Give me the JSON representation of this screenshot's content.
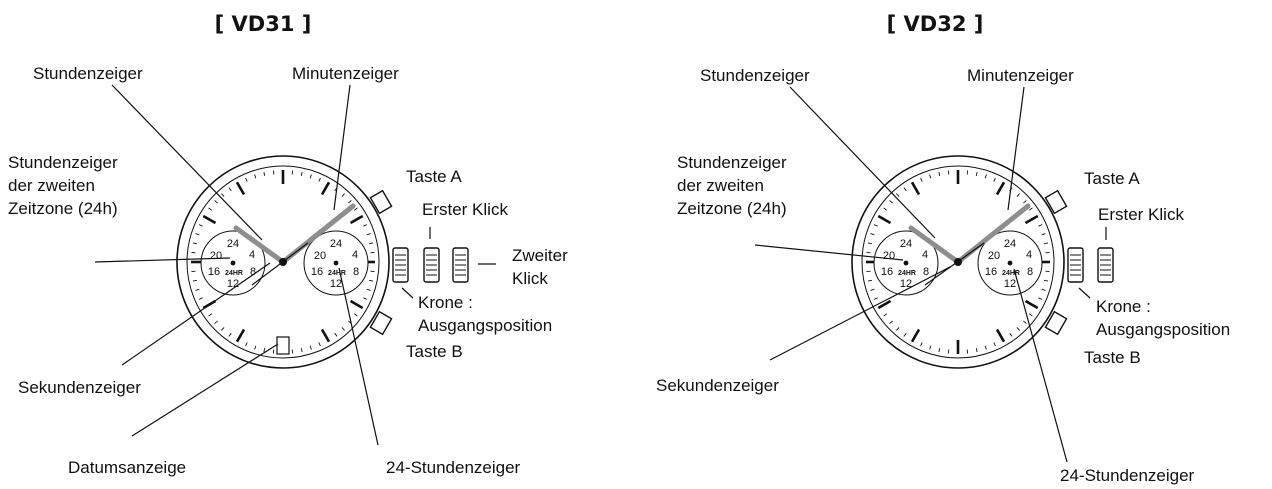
{
  "vd31": {
    "title": "[ VD31 ]",
    "labels": {
      "hour_hand": "Stundenzeiger",
      "minute_hand": "Minutenzeiger",
      "second_zone_l1": "Stundenzeiger",
      "second_zone_l2": "der zweiten",
      "second_zone_l3": "Zeitzone (24h)",
      "button_a": "Taste A",
      "first_click": "Erster Klick",
      "second_click_l1": "Zweiter",
      "second_click_l2": "Klick",
      "crown_l1": "Krone :",
      "crown_l2": "Ausgangsposition",
      "button_b": "Taste B",
      "seconds_hand": "Sekundenzeiger",
      "date_display": "Datumsanzeige",
      "hand_24h": "24-Stundenzeiger"
    }
  },
  "vd32": {
    "title": "[ VD32 ]",
    "labels": {
      "hour_hand": "Stundenzeiger",
      "minute_hand": "Minutenzeiger",
      "second_zone_l1": "Stundenzeiger",
      "second_zone_l2": "der zweiten",
      "second_zone_l3": "Zeitzone (24h)",
      "button_a": "Taste A",
      "first_click": "Erster Klick",
      "crown_l1": "Krone :",
      "crown_l2": "Ausgangsposition",
      "button_b": "Taste B",
      "seconds_hand": "Sekundenzeiger",
      "hand_24h": "24-Stundenzeiger"
    }
  },
  "subdial": {
    "n24": "24",
    "n4": "4",
    "n8": "8",
    "n12": "12",
    "n16": "16",
    "n20": "20",
    "center": "24HR"
  },
  "colors": {
    "ink": "#111111",
    "hand": "#8e8e8e"
  },
  "icons": {
    "watch_face": "watch-dial-icon",
    "crown": "crown-icon",
    "pusher": "pusher-button-icon"
  }
}
